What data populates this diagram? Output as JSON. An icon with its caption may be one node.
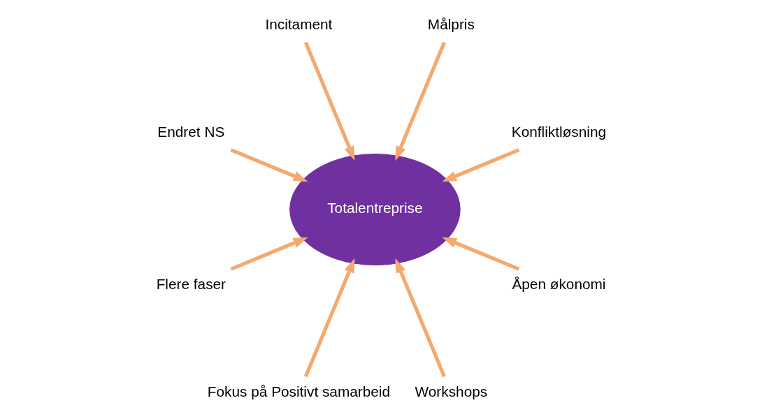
{
  "diagram": {
    "nodes": [
      {
        "text": [
          "Totalentreprise"
        ]
      },
      {
        "text": [
          "Konfliktløsning"
        ]
      },
      {
        "text": [
          "Målpris"
        ]
      },
      {
        "text": [
          "Incitament"
        ]
      },
      {
        "text": [
          "Endret NS"
        ]
      },
      {
        "text": [
          "Flere faser"
        ]
      },
      {
        "text": [
          "Fokus på Positivt samarbeid"
        ]
      },
      {
        "text": [
          "Workshops"
        ]
      },
      {
        "text": [
          "Åpen økonomi"
        ]
      }
    ],
    "edges": [
      {
        "from": 1,
        "to": 0,
        "arrow": "to"
      },
      {
        "from": 2,
        "to": 0,
        "arrow": "to"
      },
      {
        "from": 3,
        "to": 0,
        "arrow": "to"
      },
      {
        "from": 4,
        "to": 0,
        "arrow": "to"
      },
      {
        "from": 5,
        "to": 0,
        "arrow": "to"
      },
      {
        "from": 6,
        "to": 0,
        "arrow": "to"
      },
      {
        "from": 7,
        "to": 0,
        "arrow": "to"
      },
      {
        "from": 8,
        "to": 0,
        "arrow": "to"
      }
    ]
  }
}
